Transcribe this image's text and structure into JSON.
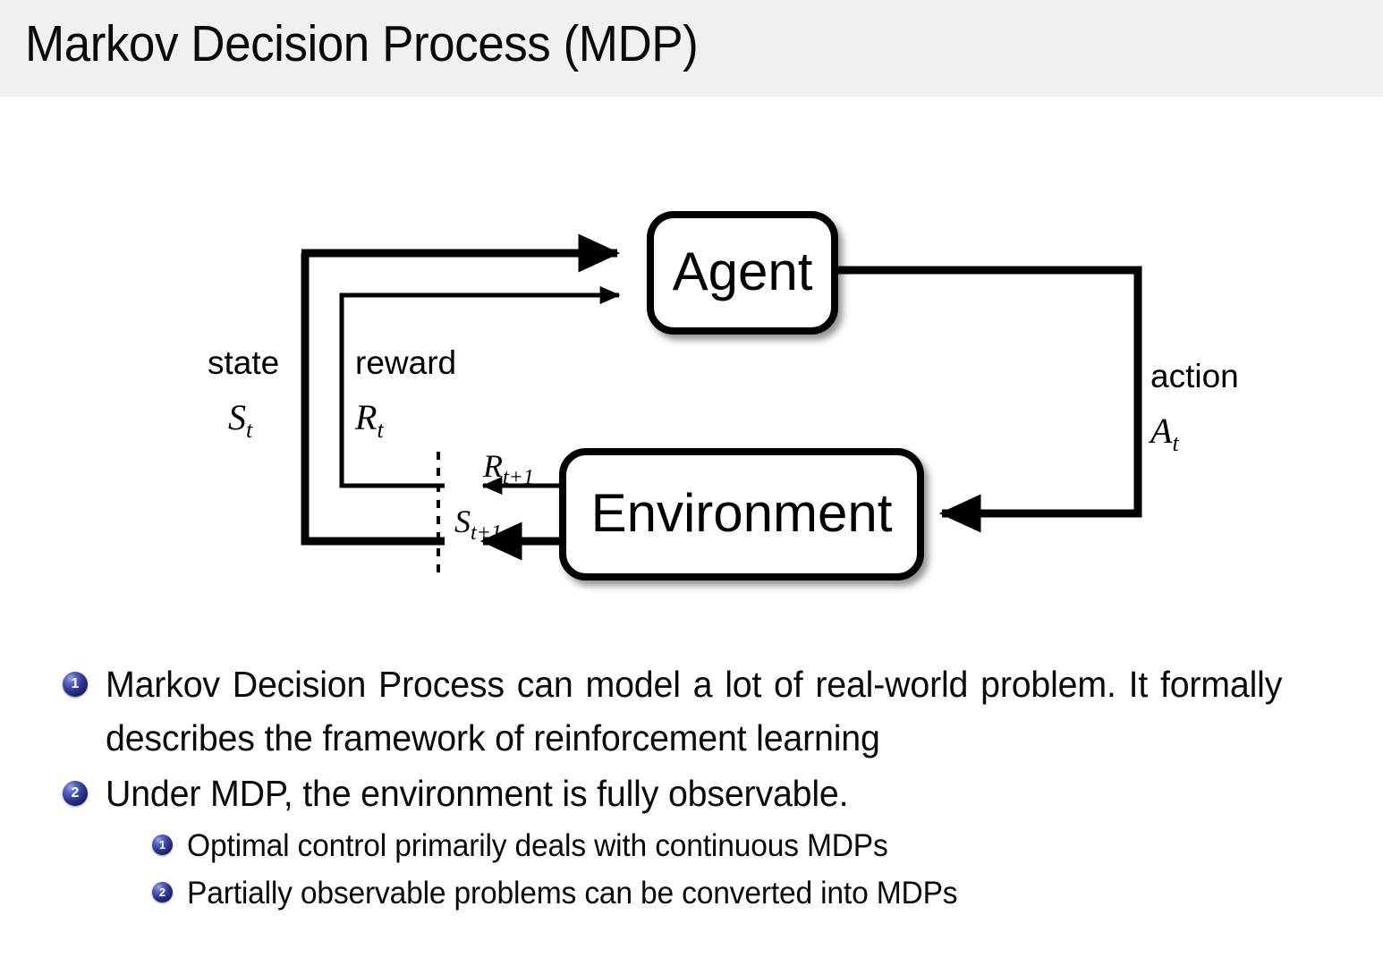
{
  "slide": {
    "title": "Markov Decision Process (MDP)",
    "header_bg": "#f0f0f0",
    "text_color": "#0a0a0a",
    "bullet_color": "#2b3590"
  },
  "diagram": {
    "type": "agent-environment-interaction-loop",
    "nodes": [
      {
        "id": "agent",
        "label": "Agent"
      },
      {
        "id": "environment",
        "label": "Environment"
      }
    ],
    "edges": [
      {
        "id": "state-feedback",
        "label": "state",
        "symbol": "S",
        "subscript": "t",
        "from": "environment",
        "to": "agent"
      },
      {
        "id": "reward-feedback",
        "label": "reward",
        "symbol": "R",
        "subscript": "t",
        "from": "environment",
        "to": "agent"
      },
      {
        "id": "action",
        "label": "action",
        "symbol": "A",
        "subscript": "t",
        "from": "agent",
        "to": "environment"
      },
      {
        "id": "reward-next",
        "symbol": "R",
        "subscript": "t+1",
        "from": "environment",
        "to": "boundary"
      },
      {
        "id": "state-next",
        "symbol": "S",
        "subscript": "t+1",
        "from": "environment",
        "to": "boundary"
      }
    ],
    "labels": {
      "state": "state",
      "reward": "reward",
      "action": "action",
      "agent": "Agent",
      "environment": "Environment",
      "state_sym": "S",
      "state_sub": "t",
      "reward_sym": "R",
      "reward_sub": "t",
      "action_sym": "A",
      "action_sub": "t",
      "reward_next_sym": "R",
      "reward_next_sub": "t+1",
      "state_next_sym": "S",
      "state_next_sub": "t+1"
    }
  },
  "bullets": [
    {
      "marker": "1",
      "level": 1,
      "text": "Markov Decision Process can model a lot of real-world problem. It formally describes the framework of reinforcement learning"
    },
    {
      "marker": "2",
      "level": 1,
      "text": "Under MDP, the environment is fully observable."
    },
    {
      "marker": "1",
      "level": 2,
      "text": "Optimal control primarily deals with continuous MDPs"
    },
    {
      "marker": "2",
      "level": 2,
      "text": "Partially observable problems can be converted into MDPs"
    }
  ]
}
